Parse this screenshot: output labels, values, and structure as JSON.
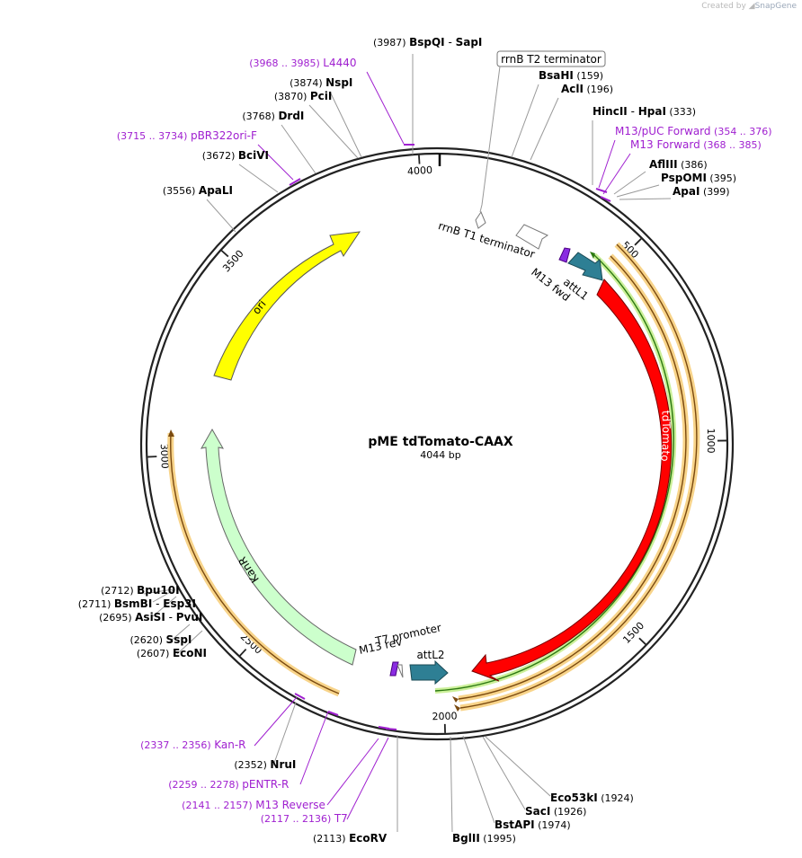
{
  "credit": {
    "prefix": "Created by",
    "brand": "SnapGene"
  },
  "plasmid": {
    "name": "pME tdTomato-CAAX",
    "length_label": "4044 bp",
    "length": 4044
  },
  "ticks": [
    {
      "bp": 500,
      "label": "500"
    },
    {
      "bp": 1000,
      "label": "1000"
    },
    {
      "bp": 1500,
      "label": "1500"
    },
    {
      "bp": 2000,
      "label": "2000"
    },
    {
      "bp": 2500,
      "label": "2500"
    },
    {
      "bp": 3000,
      "label": "3000"
    },
    {
      "bp": 3500,
      "label": "3500"
    },
    {
      "bp": 4000,
      "label": "4000"
    }
  ],
  "enzymes": [
    {
      "pos": "(3987)",
      "name": "BspQI",
      "alt": "SapI"
    },
    {
      "pos": "(3874)",
      "name": "NspI"
    },
    {
      "pos": "(3870)",
      "name": "PciI"
    },
    {
      "pos": "(3768)",
      "name": "DrdI"
    },
    {
      "pos": "(3672)",
      "name": "BciVI"
    },
    {
      "pos": "(3556)",
      "name": "ApaLI"
    },
    {
      "name": "BsaHI",
      "pos": "(159)"
    },
    {
      "name": "AclI",
      "pos": "(196)"
    },
    {
      "name": "HincII",
      "alt": "HpaI",
      "pos": "(333)"
    },
    {
      "name": "AflIII",
      "pos": "(386)"
    },
    {
      "name": "PspOMI",
      "pos": "(395)"
    },
    {
      "name": "ApaI",
      "pos": "(399)"
    },
    {
      "pos": "(2712)",
      "name": "Bpu10I"
    },
    {
      "pos": "(2711)",
      "name": "BsmBI",
      "alt": "Esp3I"
    },
    {
      "pos": "(2695)",
      "name": "AsiSI",
      "alt": "PvuI"
    },
    {
      "pos": "(2620)",
      "name": "SspI"
    },
    {
      "pos": "(2607)",
      "name": "EcoNI"
    },
    {
      "pos": "(2352)",
      "name": "NruI"
    },
    {
      "pos": "(2113)",
      "name": "EcoRV"
    },
    {
      "name": "BglII",
      "pos": "(1995)"
    },
    {
      "name": "BstAPI",
      "pos": "(1974)"
    },
    {
      "name": "SacI",
      "pos": "(1926)"
    },
    {
      "name": "Eco53kI",
      "pos": "(1924)"
    }
  ],
  "primers": [
    {
      "range": "(3968 .. 3985)",
      "name": "L4440"
    },
    {
      "range": "(3715 .. 3734)",
      "name": "pBR322ori-F"
    },
    {
      "name": "M13/pUC Forward",
      "range": "(354 .. 376)"
    },
    {
      "name": "M13 Forward",
      "range": "(368 .. 385)"
    },
    {
      "range": "(2337 .. 2356)",
      "name": "Kan-R"
    },
    {
      "range": "(2259 .. 2278)",
      "name": "pENTR-R"
    },
    {
      "range": "(2141 .. 2157)",
      "name": "M13 Reverse"
    },
    {
      "range": "(2117 .. 2136)",
      "name": "T7"
    }
  ],
  "features": {
    "rrnB_T2": "rrnB T2 terminator",
    "rrnB_T1": "rrnB T1 terminator",
    "attL1": "attL1",
    "m13fwd": "M13 fwd",
    "tdTomato": "tdTomato",
    "ori": "ori",
    "KanR": "KanR",
    "t7promoter": "T7 promoter",
    "m13rev": "M13 rev",
    "attL2": "attL2"
  },
  "colors": {
    "backbone": "#333333",
    "enzyme_text": "#000000",
    "primer": "#a020d0",
    "tdTomato": "#ff0000",
    "ori": "#ffff00",
    "KanR": "#ccffcc",
    "attL": "#2e7f94",
    "orf_orange": "#f5b342",
    "orf_green": "#3a9a1a"
  }
}
